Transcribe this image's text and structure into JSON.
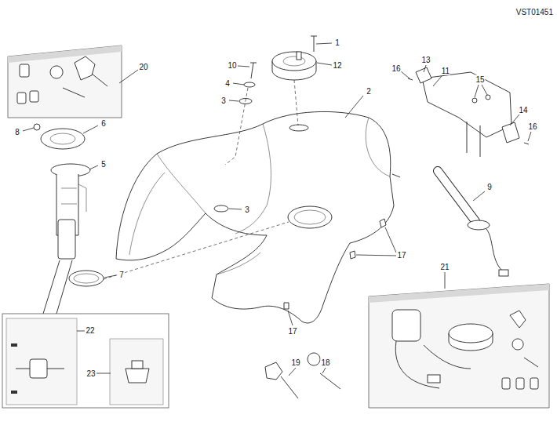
{
  "diagram": {
    "labels": [
      "VST01451",
      "1",
      "10",
      "12",
      "13",
      "16",
      "11",
      "15",
      "20",
      "4",
      "2",
      "3",
      "14",
      "8",
      "6",
      "16",
      "5",
      "9",
      "3",
      "17",
      "7",
      "21",
      "17",
      "19",
      "18",
      "22",
      "23"
    ]
  }
}
